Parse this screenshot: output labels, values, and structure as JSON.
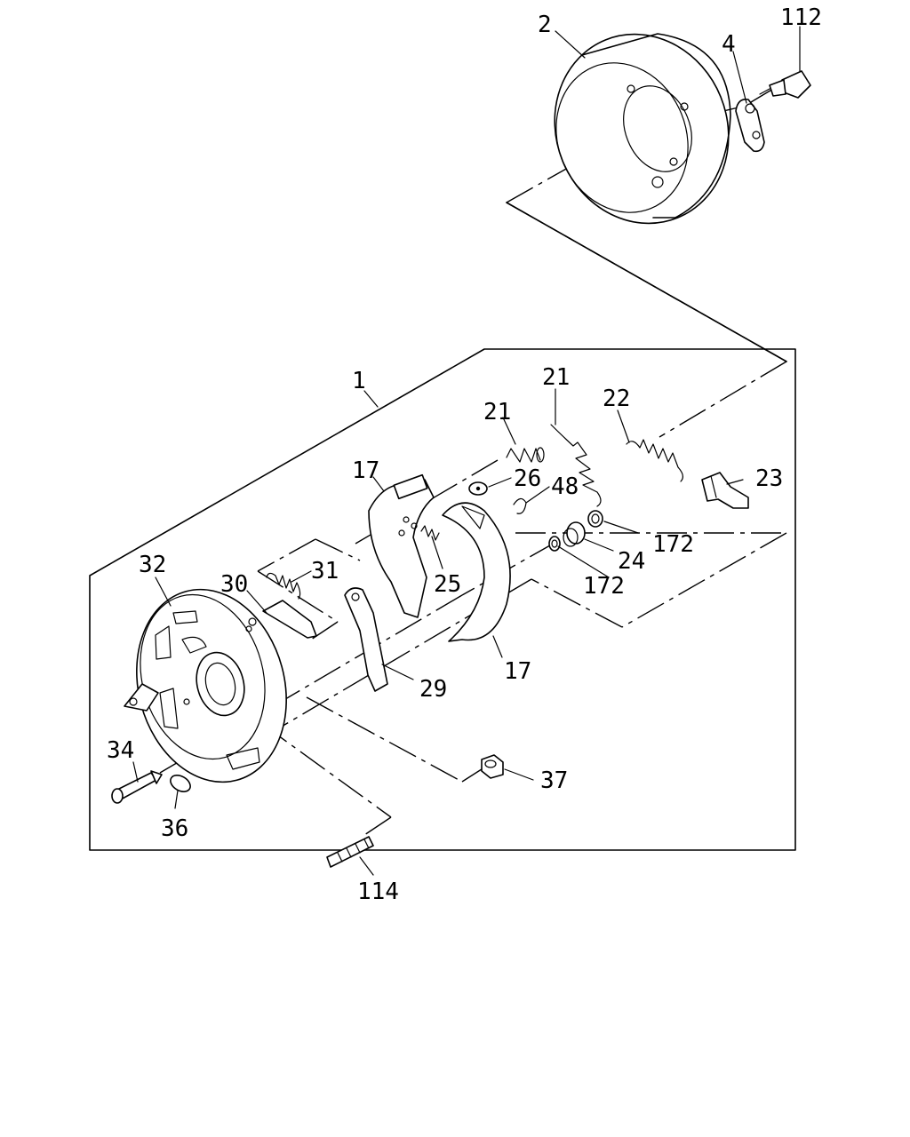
{
  "labels": {
    "p1": "1",
    "p2": "2",
    "p4": "4",
    "p112": "112",
    "p17a": "17",
    "p17b": "17",
    "p21a": "21",
    "p21b": "21",
    "p22": "22",
    "p23": "23",
    "p24": "24",
    "p25": "25",
    "p26": "26",
    "p29": "29",
    "p30": "30",
    "p31": "31",
    "p32": "32",
    "p34": "34",
    "p36": "36",
    "p37": "37",
    "p48": "48",
    "p114": "114",
    "p172a": "172",
    "p172b": "172"
  }
}
